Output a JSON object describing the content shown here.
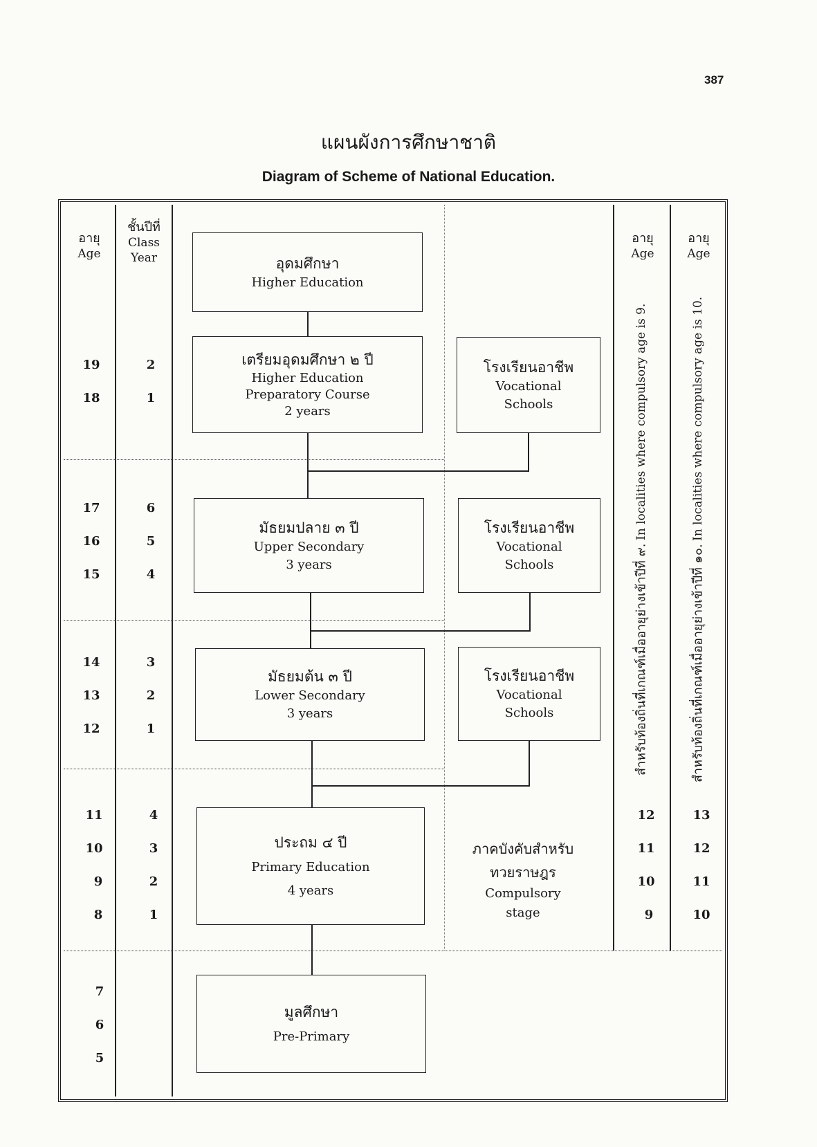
{
  "page_number": "387",
  "title_thai": "แผนผังการศึกษาชาติ",
  "title_english": "Diagram of Scheme of National Education.",
  "headers": {
    "age_th": "อายุ",
    "age_en": "Age",
    "class_th": "ชั้นปีที่",
    "class_en_1": "Class",
    "class_en_2": "Year"
  },
  "boxes": {
    "higher": {
      "th": "อุดมศึกษา",
      "en": "Higher Education"
    },
    "prep": {
      "th": "เตรียมอุดมศึกษา ๒ ปี",
      "en1": "Higher Education",
      "en2": "Preparatory Course",
      "en3": "2 years"
    },
    "upper": {
      "th": "มัธยมปลาย ๓ ปี",
      "en1": "Upper Secondary",
      "en2": "3 years"
    },
    "lower": {
      "th": "มัธยมต้น ๓ ปี",
      "en1": "Lower Secondary",
      "en2": "3 years"
    },
    "primary": {
      "th": "ประถม ๔ ปี",
      "en1": "Primary Education",
      "en2": "4 years"
    },
    "preprimary": {
      "th": "มูลศึกษา",
      "en": "Pre-Primary"
    },
    "vocational": {
      "th": "โรงเรียนอาชีพ",
      "en1": "Vocational",
      "en2": "Schools"
    }
  },
  "compulsory": {
    "th1": "ภาคบังคับสำหรับ",
    "th2": "ทวยราษฎร",
    "en1": "Compulsory",
    "en2": "stage"
  },
  "side_notes": {
    "col1_th": "สำหรับท้องถิ่นที่เกณฑ์เมื่ออายุย่างเข้าปีที่ ๙.",
    "col1_en": "In localities where compulsory age is 9.",
    "col2_th": "สำหรับท้องถิ่นที่เกณฑ์เมื่ออายุย่างเข้าปีที่ ๑๐.",
    "col2_en": "In localities where compulsory age is 10."
  },
  "rows": {
    "prep": {
      "ages": [
        "19",
        "18"
      ],
      "years": [
        "2",
        "1"
      ]
    },
    "upper": {
      "ages": [
        "17",
        "16",
        "15"
      ],
      "years": [
        "6",
        "5",
        "4"
      ]
    },
    "lower": {
      "ages": [
        "14",
        "13",
        "12"
      ],
      "years": [
        "3",
        "2",
        "1"
      ]
    },
    "primary": {
      "ages": [
        "11",
        "10",
        "9",
        "8"
      ],
      "years": [
        "4",
        "3",
        "2",
        "1"
      ],
      "ages_col9": [
        "12",
        "11",
        "10",
        "9"
      ],
      "ages_col10": [
        "13",
        "12",
        "11",
        "10"
      ]
    },
    "pre": {
      "ages": [
        "7",
        "6",
        "5"
      ]
    }
  }
}
